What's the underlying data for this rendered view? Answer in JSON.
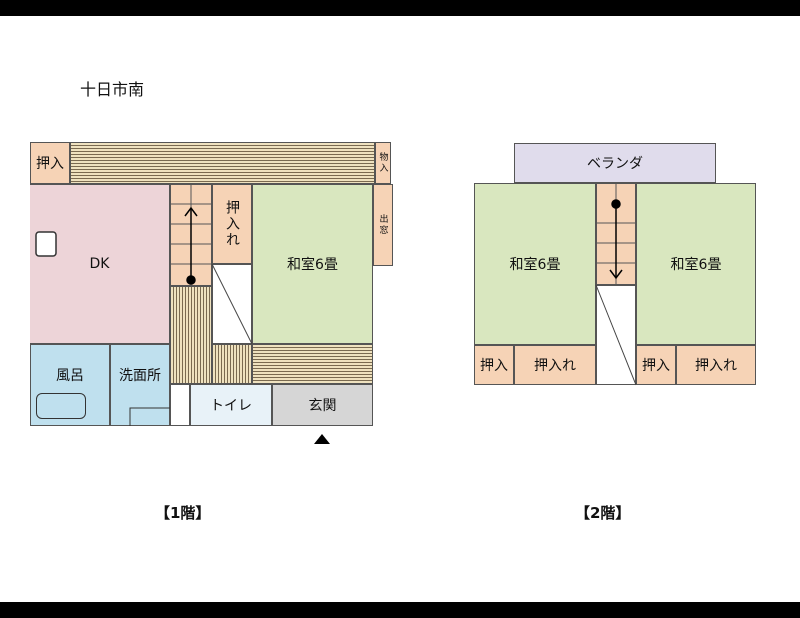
{
  "title": "十日市南",
  "colors": {
    "tatami": "#d9e7bf",
    "kitchen": "#edd4d8",
    "bath": "#bfe0ee",
    "closet": "#f6d3b6",
    "stairs": "#f6d3b6",
    "entrance": "#d6d6d6",
    "veranda": "#e0dcec",
    "toilet": "#e8f2f8"
  },
  "floor1": {
    "caption": "【1階】",
    "oshiire_top": "押入",
    "oshiire_small": "物入",
    "demado": "出窓",
    "dk": "DK",
    "oshiire_mid": "押入れ",
    "washitsu": "和室6畳",
    "furo": "風呂",
    "senmen": "洗面所",
    "toilet": "トイレ",
    "genkan": "玄関"
  },
  "floor2": {
    "caption": "【2階】",
    "veranda": "ベランダ",
    "washitsu_left": "和室6畳",
    "washitsu_right": "和室6畳",
    "oshiire_1": "押入",
    "oshiire_2": "押入れ",
    "oshiire_3": "押入",
    "oshiire_4": "押入れ"
  }
}
